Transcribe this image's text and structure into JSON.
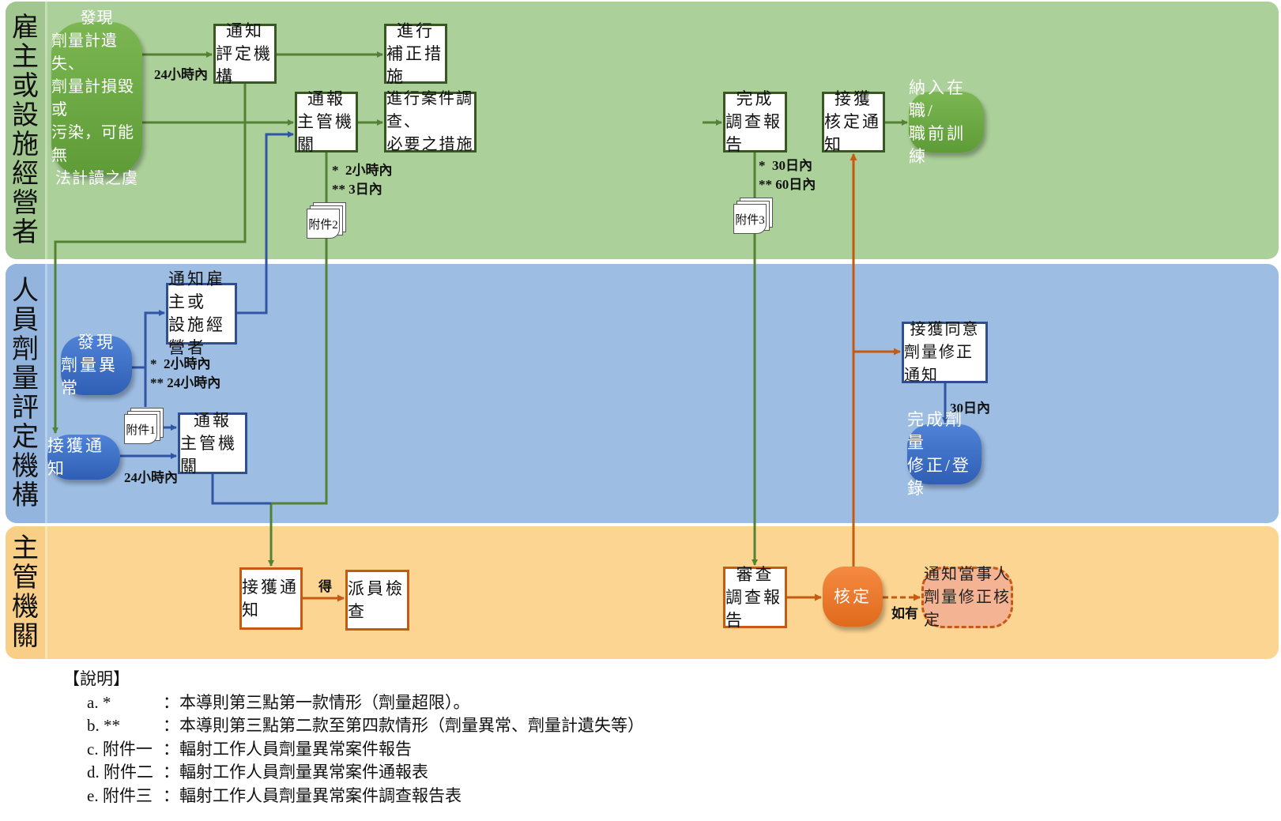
{
  "lanes": [
    {
      "label": [
        "雇",
        "主",
        "或",
        "設",
        "施",
        "經",
        "營",
        "者"
      ],
      "color": "#acd09a"
    },
    {
      "label": [
        "人",
        "員",
        "劑",
        "量",
        "評",
        "定",
        "機",
        "構"
      ],
      "color": "#9dbde3"
    },
    {
      "label": [
        "主",
        "管",
        "機",
        "關"
      ],
      "color": "#fdd592"
    }
  ],
  "employer": {
    "discover": [
      "發現",
      "劑量計遺失、",
      "劑量計損毀或",
      "污染，可能無",
      "法計讀之虞"
    ],
    "notify_assessor": [
      "通知",
      "評定機構"
    ],
    "corrective": [
      "進行",
      "補正措施"
    ],
    "report_authority": [
      "通報",
      "主管機關"
    ],
    "investigate": [
      "進行案件調查、",
      "必要之措施"
    ],
    "complete_report": [
      "完成",
      "調查報告"
    ],
    "receive_approval": [
      "接獲",
      "核定通知"
    ],
    "training": [
      "納入在職/",
      "職前訓練"
    ],
    "note_24h": "24小時內",
    "note_report": [
      "*  2小時內",
      "** 3日內"
    ],
    "note_complete": [
      "*  30日內",
      "** 60日內"
    ],
    "attachment2": "附件2",
    "attachment3": "附件3"
  },
  "assessor": {
    "notify_employer": [
      "通知雇主或",
      "設施經營者"
    ],
    "discover_abnormal": [
      "發現",
      "劑量異常"
    ],
    "receive_notice": [
      "接獲通知"
    ],
    "report_authority": [
      "通報",
      "主管機關"
    ],
    "receive_correction": [
      "接獲同意",
      "劑量修正通知"
    ],
    "complete_correction": [
      "完成劑量",
      "修正/登錄"
    ],
    "note_abnormal": [
      "*  2小時內",
      "** 24小時內"
    ],
    "note_24h": "24小時內",
    "note_30d": "30日內",
    "attachment1": "附件1"
  },
  "authority": {
    "receive_notice": [
      "接獲通知"
    ],
    "inspect": [
      "派員檢查"
    ],
    "review_report": [
      "審查",
      "調查報告"
    ],
    "approve": [
      "核定"
    ],
    "notify_party": [
      "通知當事人",
      "劑量修正核定"
    ],
    "note_may": "得",
    "note_if": "如有"
  },
  "legend": {
    "title": "【說明】",
    "items": [
      {
        "key": "a. *",
        "text": "：本導則第三點第一款情形（劑量超限）。"
      },
      {
        "key": "b. **",
        "text": "：本導則第三點第二款至第四款情形（劑量異常、劑量計遺失等）"
      },
      {
        "key": "c. 附件一",
        "text": "：輻射工作人員劑量異常案件報告"
      },
      {
        "key": "d. 附件二",
        "text": "：輻射工作人員劑量異常案件通報表"
      },
      {
        "key": "e. 附件三",
        "text": "：輻射工作人員劑量異常案件調查報告表"
      }
    ]
  },
  "colors": {
    "green_line": "#548235",
    "blue_line": "#2f55a4",
    "orange_line": "#c55a11"
  }
}
